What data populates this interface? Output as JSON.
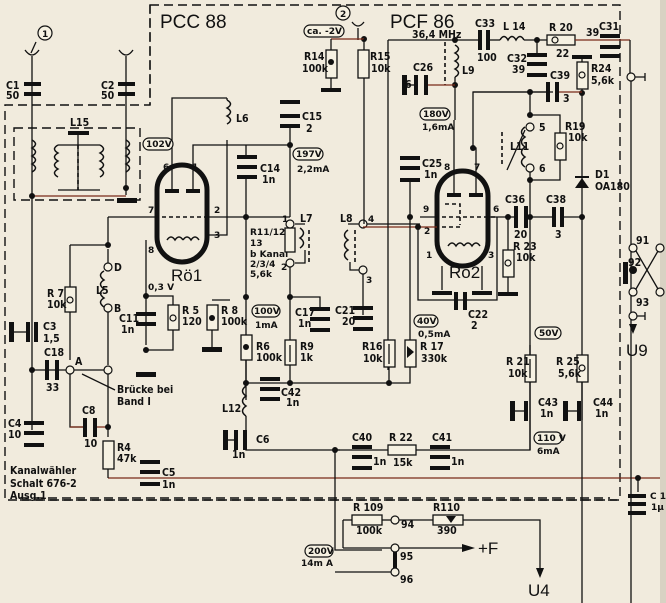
{
  "title": "Kanalwähler schematic (PCC 88 / PCF 86 tuner)",
  "tubes": [
    {
      "id": "Rö1",
      "type": "PCC 88",
      "pins": [
        "6",
        "1",
        "7",
        "2",
        "8",
        "3"
      ]
    },
    {
      "id": "Rö2",
      "type": "PCF 86",
      "pins": [
        "8",
        "7",
        "9",
        "6",
        "2",
        "1",
        "3"
      ]
    }
  ],
  "labels": {
    "pcc88": "PCC 88",
    "pcf86": "PCF 86",
    "freq": "36,4 MHz",
    "antenna1": "1",
    "antenna2": "2",
    "bias": "ca. -2V",
    "ro1": "Rö1",
    "ro2": "Rö2",
    "bridge1": "Brücke bei",
    "bridge2": "Band I",
    "footer1": "Kanalwähler",
    "footer2": "Schalt 676-2",
    "footer3": "Ausg.1",
    "u9": "U9",
    "u4": "U4",
    "plusF": "+F",
    "term_a": "A",
    "term_b": "B",
    "term_d": "D"
  },
  "voltages": {
    "v102": "102V",
    "v197": "197V",
    "i197": "2,2mA",
    "v180": "180V",
    "i180": "1,6mA",
    "v03": "0,3 V",
    "v100": "100V",
    "i100": "1mA",
    "v40": "40V",
    "i40": "0,5mA",
    "v50": "50V",
    "v110": "110 V",
    "i110": "6mA",
    "v200": "200V",
    "i200": "14m A"
  },
  "components": {
    "C1": {
      "name": "C1",
      "value": "50"
    },
    "C2": {
      "name": "C2",
      "value": "50"
    },
    "C3": {
      "name": "C3",
      "value": "1,5"
    },
    "C4": {
      "name": "C4",
      "value": "10"
    },
    "C5": {
      "name": "C5",
      "value": "1n"
    },
    "C6": {
      "name": "C6",
      "value": "1n"
    },
    "C8": {
      "name": "C8",
      "value": "10"
    },
    "C11": {
      "name": "C11",
      "value": "1n"
    },
    "C14": {
      "name": "C14",
      "value": "1n"
    },
    "C15": {
      "name": "C15",
      "value": "2"
    },
    "C17": {
      "name": "C17",
      "value": "1n"
    },
    "C18": {
      "name": "C18",
      "value": "33"
    },
    "C21": {
      "name": "C21",
      "value": "20"
    },
    "C22": {
      "name": "C22",
      "value": "2"
    },
    "C25": {
      "name": "C25",
      "value": "1n"
    },
    "C26": {
      "name": "C26",
      "value": "6"
    },
    "C31": {
      "name": "C31",
      "value": "39"
    },
    "C32": {
      "name": "C32",
      "value": "39"
    },
    "C33": {
      "name": "C33",
      "value": "100"
    },
    "C36": {
      "name": "C36",
      "value": "20"
    },
    "C38": {
      "name": "C38",
      "value": "3"
    },
    "C39": {
      "name": "C39",
      "value": "3"
    },
    "C40": {
      "name": "C40",
      "value": "1n"
    },
    "C41": {
      "name": "C41",
      "value": "1n"
    },
    "C42": {
      "name": "C42",
      "value": "1n"
    },
    "C43": {
      "name": "C43",
      "value": "1n"
    },
    "C44": {
      "name": "C44",
      "value": "1n"
    },
    "C1x": {
      "name": "C 1",
      "value": "1µ"
    },
    "R4": {
      "name": "R4",
      "value": "47k"
    },
    "R5": {
      "name": "R 5",
      "value": "120"
    },
    "R6": {
      "name": "R6",
      "value": "100k"
    },
    "R7": {
      "name": "R 7",
      "value": "10k"
    },
    "R8": {
      "name": "R 8",
      "value": "100k"
    },
    "R9": {
      "name": "R9",
      "value": "1k"
    },
    "R1112": {
      "name": "R11/12",
      "l2": "13",
      "l3": "b Kanal",
      "l4": "2/3/4",
      "value": "5,6k"
    },
    "R14": {
      "name": "R14",
      "value": "100k"
    },
    "R15": {
      "name": "R15",
      "value": "10k"
    },
    "R16": {
      "name": "R16",
      "value": "10k"
    },
    "R17": {
      "name": "R 17",
      "value": "330k"
    },
    "R19": {
      "name": "R19",
      "value": "10k"
    },
    "R20": {
      "name": "R 20",
      "value": "22"
    },
    "R21": {
      "name": "R 21",
      "value": "10k"
    },
    "R22": {
      "name": "R 22",
      "value": "15k"
    },
    "R23": {
      "name": "R 23",
      "value": "10k"
    },
    "R24": {
      "name": "R24",
      "value": "5,6k"
    },
    "R25": {
      "name": "R 25",
      "value": "5,6k"
    },
    "R109": {
      "name": "R 109",
      "value": "100k"
    },
    "R110": {
      "name": "R110",
      "value": "390"
    },
    "L5": {
      "name": "L5"
    },
    "L6": {
      "name": "L6"
    },
    "L7": {
      "name": "L7"
    },
    "L8": {
      "name": "L8"
    },
    "L9": {
      "name": "L9"
    },
    "L11": {
      "name": "L11"
    },
    "L12": {
      "name": "L12"
    },
    "L14": {
      "name": "L 14"
    },
    "L15": {
      "name": "L15"
    },
    "D1": {
      "name": "D1",
      "value": "OA180"
    }
  },
  "terminals": {
    "t1": "1",
    "t2": "2",
    "t3": "3",
    "t4": "4",
    "t5": "5",
    "t6": "6",
    "t91": "91",
    "t92": "92",
    "t93": "93",
    "t94": "94",
    "t95": "95",
    "t96": "96"
  }
}
